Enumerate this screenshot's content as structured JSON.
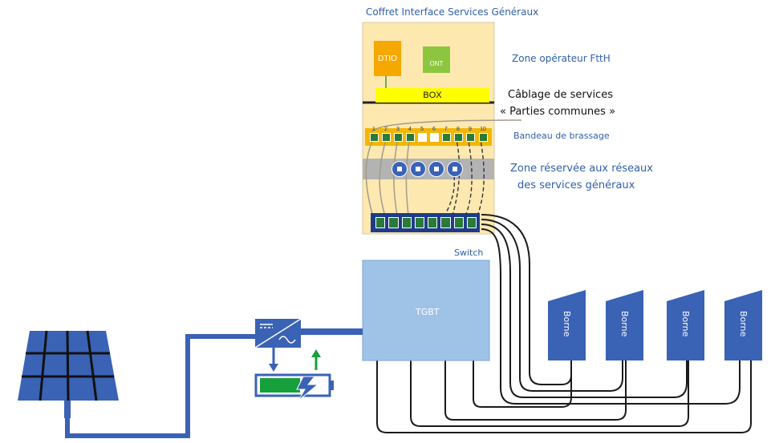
{
  "title": "Coffret Interface Services Généraux",
  "cabinet": {
    "dtio_label": "DTIO",
    "ont_label": "ONT",
    "box_label": "BOX",
    "patch_ports": [
      "1",
      "2",
      "3",
      "4",
      "5",
      "6",
      "7",
      "8",
      "9",
      "10"
    ],
    "switch_label": "Switch"
  },
  "annotations": {
    "zone_operator": "Zone opérateur FttH",
    "cabling_line1": "Câblage de services",
    "cabling_line2": "« Parties communes »",
    "patch_panel": "Bandeau de brassage",
    "reserved_line1": "Zone réservée aux réseaux",
    "reserved_line2": "des services généraux"
  },
  "tgbt_label": "TGBT",
  "bornes": [
    "Borne",
    "Borne",
    "Borne",
    "Borne"
  ],
  "colors": {
    "cabinet_bg": "#fde9b0",
    "dtio": "#f5a800",
    "ont": "#8cc63f",
    "box": "#ffff00",
    "patch_strip": "#f2b705",
    "gray_strip": "#b3b3b3",
    "blue_dark": "#3a62b5",
    "tgbt": "#9fc3e7",
    "battery": "#16a03c",
    "arrow_green": "#16a03c",
    "text_blue": "#2f5fa8"
  }
}
